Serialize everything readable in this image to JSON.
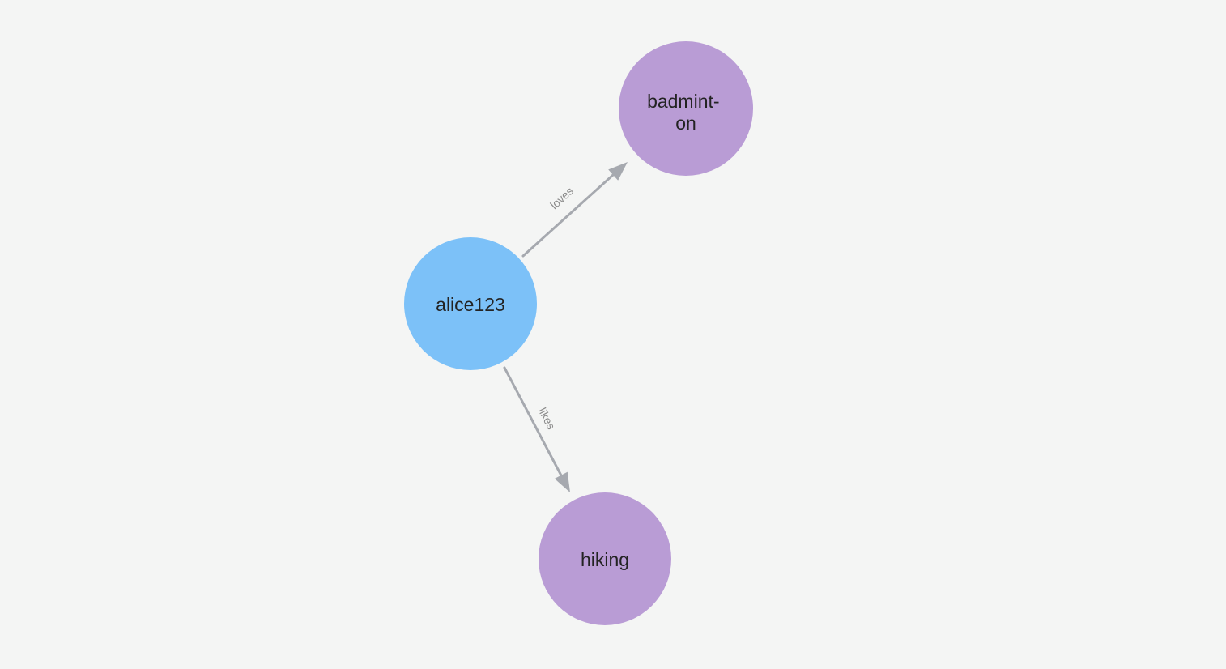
{
  "canvas": {
    "background_color": "#F4F5F4"
  },
  "graph": {
    "node_label_color": "#232323",
    "edge_color": "#A6A9AF",
    "edge_label_color": "#8B8B8B",
    "nodes": [
      {
        "id": "alice123",
        "label": "alice123",
        "color": "#7CC1F8"
      },
      {
        "id": "badminton",
        "label": "badmint-on",
        "label_lines": [
          "badmint-",
          "on"
        ],
        "color": "#B99CD5"
      },
      {
        "id": "hiking",
        "label": "hiking",
        "color": "#B99CD5"
      }
    ],
    "edges": [
      {
        "from": "alice123",
        "to": "badminton",
        "label": "loves"
      },
      {
        "from": "alice123",
        "to": "hiking",
        "label": "likes"
      }
    ]
  }
}
